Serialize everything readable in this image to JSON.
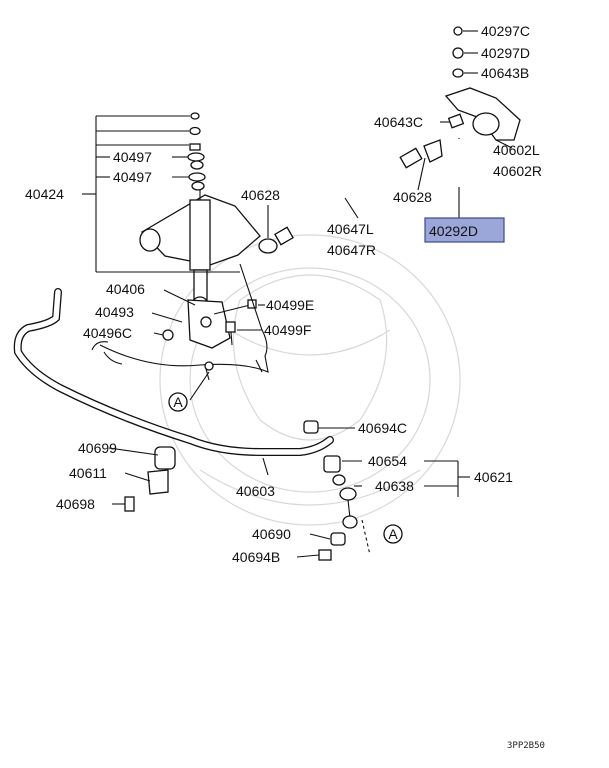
{
  "colors": {
    "highlight_fill": "#9aa7d8",
    "highlight_stroke": "#3c4a8c",
    "line": "#111111",
    "watermark": "#d8d8d8"
  },
  "labels": {
    "p40297c": "40297C",
    "p40297d": "40297D",
    "p40643b": "40643B",
    "p40643c": "40643C",
    "p40602l": "40602L",
    "p40602r": "40602R",
    "p40424": "40424",
    "p40497a": "40497",
    "p40497b": "40497",
    "p40628a": "40628",
    "p40628b": "40628",
    "p40647l": "40647L",
    "p40647r": "40647R",
    "p40292d": "40292D",
    "p40406": "40406",
    "p40493": "40493",
    "p40496c": "40496C",
    "p40499e": "40499E",
    "p40499f": "40499F",
    "p40694c": "40694C",
    "p40699": "40699",
    "p40611": "40611",
    "p40698": "40698",
    "p40603": "40603",
    "p40654": "40654",
    "p40638": "40638",
    "p40621": "40621",
    "p40690": "40690",
    "p40694b": "40694B",
    "ref_a1": "A",
    "ref_a2": "A"
  },
  "footer": {
    "code": "3PP2B50"
  }
}
